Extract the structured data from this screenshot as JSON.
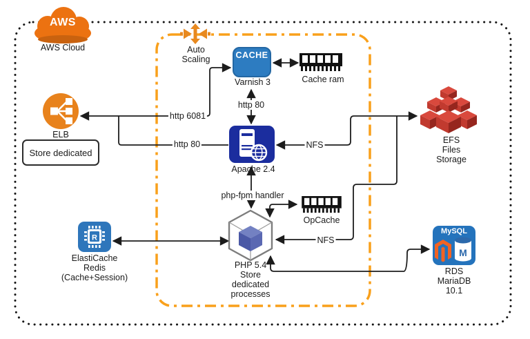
{
  "nodes": {
    "aws_cloud": {
      "logo": "AWS",
      "label": "AWS Cloud"
    },
    "auto_scaling": {
      "label": "Auto\nScaling"
    },
    "varnish": {
      "badge": "CACHE",
      "label": "Varnish 3"
    },
    "cache_ram": {
      "label": "Cache ram"
    },
    "elb": {
      "label": "ELB"
    },
    "store_dedicated": {
      "label": "Store dedicated"
    },
    "apache": {
      "label": "Apache 2.4"
    },
    "efs": {
      "label": "EFS\nFiles\nStorage"
    },
    "opcache": {
      "label": "OpCache"
    },
    "php": {
      "label": "PHP 5.4\nStore\ndedicated\nprocesses"
    },
    "elasticache": {
      "chip": "R",
      "label": "ElastiCache\nRedis\n(Cache+Session)"
    },
    "rds": {
      "badge": "MySQL",
      "cylinder": "M",
      "label": "RDS\nMariaDB\n10.1"
    }
  },
  "edges": [
    {
      "from": "Varnish 3",
      "to": "ELB",
      "label": "http 6081"
    },
    {
      "from": "Apache 2.4",
      "to": "ELB",
      "label": "http 80"
    },
    {
      "from": "Varnish 3",
      "to": "Cache ram",
      "label": ""
    },
    {
      "from": "Varnish 3",
      "to": "Apache 2.4",
      "label": "http 80"
    },
    {
      "from": "EFS",
      "to": "Apache 2.4",
      "label": "NFS"
    },
    {
      "from": "EFS",
      "to": "PHP 5.4",
      "label": "NFS"
    },
    {
      "from": "Apache 2.4",
      "to": "PHP 5.4",
      "label": "php-fpm handler"
    },
    {
      "from": "PHP 5.4",
      "to": "OpCache",
      "label": ""
    },
    {
      "from": "ElastiCache",
      "to": "PHP 5.4",
      "label": ""
    },
    {
      "from": "RDS MariaDB",
      "to": "PHP 5.4",
      "label": ""
    }
  ],
  "colors": {
    "aws_orange": "#EC7211",
    "boundary_orange": "#F9A01B",
    "varnish_blue": "#2D7CC1",
    "apache_navy": "#1B2D9E",
    "elasticache_blue": "#2E76BB",
    "rds_blue": "#2473BC",
    "efs_red": "#C13A2F",
    "php_cube_blue": "#5A68B2",
    "magento_orange": "#F26322",
    "line_black": "#1C1C1C"
  }
}
